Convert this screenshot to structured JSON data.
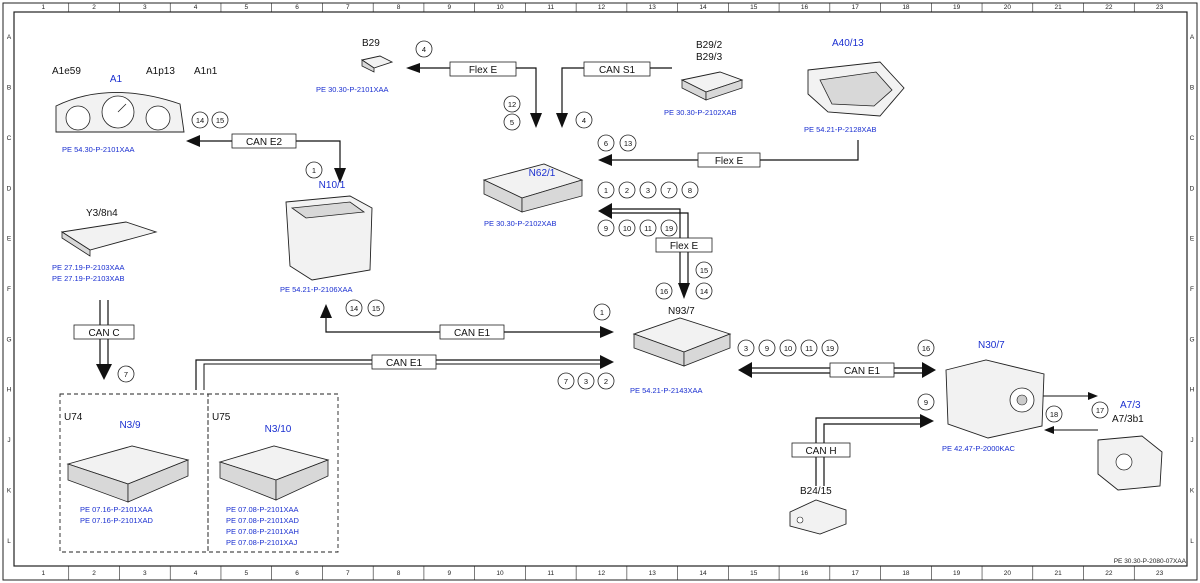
{
  "grid": {
    "columns": [
      "1",
      "2",
      "3",
      "4",
      "5",
      "6",
      "7",
      "8",
      "9",
      "10",
      "11",
      "12",
      "13",
      "14",
      "15",
      "16",
      "17",
      "18",
      "19",
      "20",
      "21",
      "22",
      "23"
    ],
    "rows": [
      "A",
      "B",
      "C",
      "D",
      "E",
      "F",
      "G",
      "H",
      "J",
      "K",
      "L"
    ]
  },
  "components": {
    "a1": {
      "name": "A1",
      "sub1": "A1e59",
      "sub2": "A1p13",
      "sub3": "A1n1",
      "ref": "PE 54.30-P-2101XAA"
    },
    "b29": {
      "name": "B29",
      "ref": "PE 30.30-P-2101XAA"
    },
    "b292": {
      "name1": "B29/2",
      "name2": "B29/3",
      "ref": "PE 30.30-P-2102XAB"
    },
    "a4013": {
      "name": "A40/13",
      "ref": "PE 54.21-P-2128XAB"
    },
    "n621": {
      "name": "N62/1",
      "ref": "PE 30.30-P-2102XAB"
    },
    "n101": {
      "name": "N10/1",
      "ref": "PE 54.21-P-2106XAA"
    },
    "y38n4": {
      "name": "Y3/8n4",
      "ref1": "PE 27.19-P-2103XAA",
      "ref2": "PE 27.19-P-2103XAB"
    },
    "n937": {
      "name": "N93/7",
      "ref": "PE 54.21-P-2143XAA"
    },
    "n307": {
      "name": "N30/7",
      "ref": "PE 42.47-P-2000KAC"
    },
    "a73": {
      "name": "A7/3",
      "sub": "A7/3b1"
    },
    "b2415": {
      "name": "B24/15"
    },
    "n39": {
      "name": "N3/9",
      "group": "U74",
      "ref1": "PE 07.16-P-2101XAA",
      "ref2": "PE 07.16-P-2101XAD"
    },
    "n310": {
      "name": "N3/10",
      "group": "U75",
      "ref1": "PE 07.08-P-2101XAA",
      "ref2": "PE 07.08-P-2101XAD",
      "ref3": "PE 07.08-P-2101XAH",
      "ref4": "PE 07.08-P-2101XAJ"
    }
  },
  "buses": {
    "flex_e_top": "Flex E",
    "can_s1": "CAN S1",
    "can_e2": "CAN E2",
    "flex_e_right": "Flex E",
    "flex_e_mid": "Flex E",
    "can_c": "CAN C",
    "can_e1_a": "CAN E1",
    "can_e1_b": "CAN E1",
    "can_e1_c": "CAN E1",
    "can_h": "CAN H"
  },
  "callouts": {
    "c_b29_4": "4",
    "c_n62_12": "12",
    "c_n62_5": "5",
    "c_n62_4": "4",
    "c_a1_14": "14",
    "c_a1_15": "15",
    "c_n10_1": "1",
    "c_n62_6": "6",
    "c_n62_13": "13",
    "c_fx_1": "1",
    "c_fx_2": "2",
    "c_fx_3": "3",
    "c_fx_7": "7",
    "c_fx_8": "8",
    "c_fx_9": "9",
    "c_fx_10": "10",
    "c_fx_11": "11",
    "c_fx_19": "19",
    "c_n93_15": "15",
    "c_n93_16": "16",
    "c_n93_14": "14",
    "c_n10_14": "14",
    "c_n10_15": "15",
    "c_ce1_1": "1",
    "c_canc_7": "7",
    "c_ce1b_7": "7",
    "c_ce1b_3": "3",
    "c_ce1b_2": "2",
    "c_n30_3": "3",
    "c_n30_9": "9",
    "c_n30_10": "10",
    "c_n30_11": "11",
    "c_n30_19": "19",
    "c_n30_16": "16",
    "c_n30_9b": "9",
    "c_a7_17": "17",
    "c_a7_18": "18"
  },
  "footer_code": "PE 30.30-P-2080-07XAA"
}
